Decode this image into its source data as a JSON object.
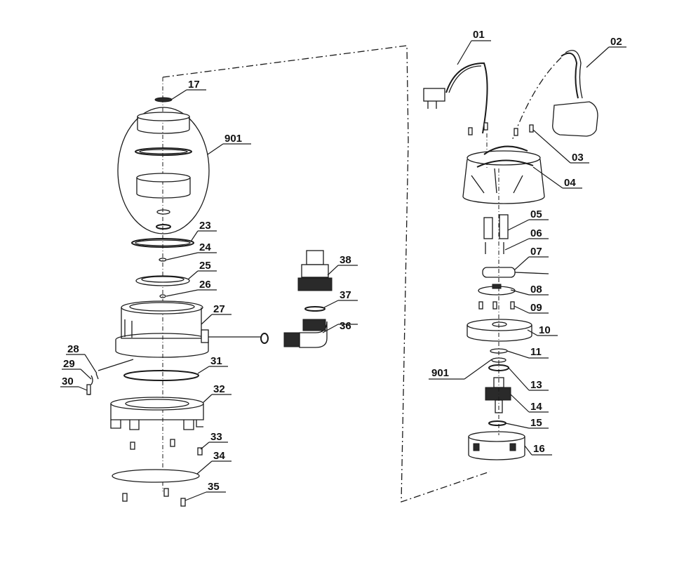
{
  "labels": {
    "p01": "01",
    "p02": "02",
    "p03": "03",
    "p04": "04",
    "p05": "05",
    "p06": "06",
    "p07": "07",
    "p08": "08",
    "p09": "09",
    "p10": "10",
    "p11": "11",
    "p13": "13",
    "p14": "14",
    "p15": "15",
    "p16": "16",
    "p17": "17",
    "p901a": "901",
    "p901b": "901",
    "p23": "23",
    "p24": "24",
    "p25": "25",
    "p26": "26",
    "p27": "27",
    "p28": "28",
    "p29": "29",
    "p30": "30",
    "p31": "31",
    "p32": "32",
    "p33": "33",
    "p34": "34",
    "p35": "35",
    "p36": "36",
    "p37": "37",
    "p38": "38"
  }
}
